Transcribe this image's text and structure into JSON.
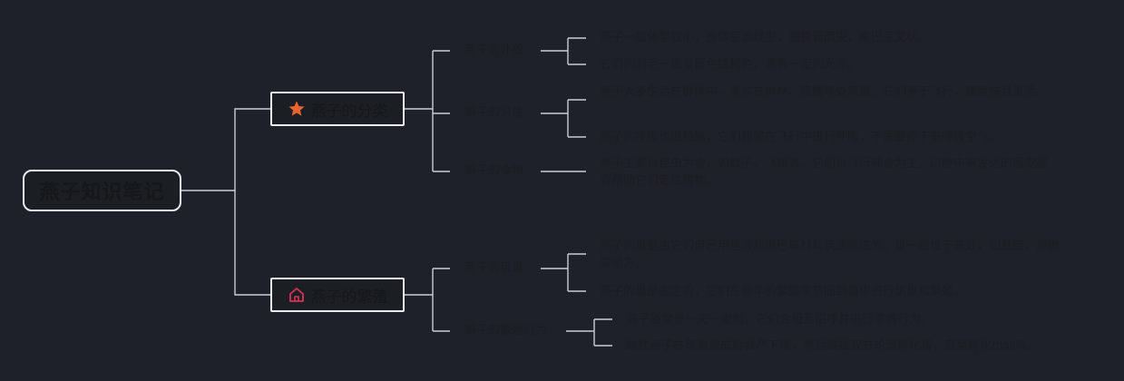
{
  "root": {
    "title": "燕子知识笔记"
  },
  "branches": [
    {
      "label": "燕子的分类",
      "icon": "star-icon",
      "icon_color": "#e9622f",
      "topics": [
        {
          "label": "燕子的外貌",
          "details": [
            "燕子一般体型较小，身体呈流线型，翅膀长而尖，尾巴呈叉状。",
            "它们的羽毛一般呈蓝色或褐色，具有一定的光泽。"
          ]
        },
        {
          "label": "燕子的习性",
          "details": [
            "燕子大多生活在群体中，喜欢在树林、高楼等处筑巢。它们善于飞行，速度快且灵活。",
            "燕子的呼吸也很特殊，它们能够在飞行中进行呼吸，不需要停下来呼吸空气。"
          ]
        },
        {
          "label": "燕子的食物",
          "details": [
            "燕子主要以昆虫为食，如蚊子、飞蛾等。它们以飞行捕食为主，口腔中有发达的感觉器官帮助它们定位猎物。"
          ]
        }
      ]
    },
    {
      "label": "燕子的繁殖",
      "icon": "home-icon",
      "icon_color": "#d8325a",
      "topics": [
        {
          "label": "燕子的筑巢",
          "details": [
            "燕子的巢是由它们自己用唾液和泥巴等材料筑造而成的。巢一般位于高处，如悬崖、屋檐等地方。",
            "燕子的巢是固定的，它们在每年的繁殖季节回到巢中进行筑巢和繁殖。"
          ]
        },
        {
          "label": "燕子的繁殖行为",
          "details": [
            "燕子通常是一夫一妻制，它们会相互招呼并进行求偶行为。",
            "雌性燕子在筑巢完成后会产下蛋，然后雌雄双方轮流孵化蛋，直至孵化出幼鸟。"
          ]
        }
      ]
    }
  ]
}
